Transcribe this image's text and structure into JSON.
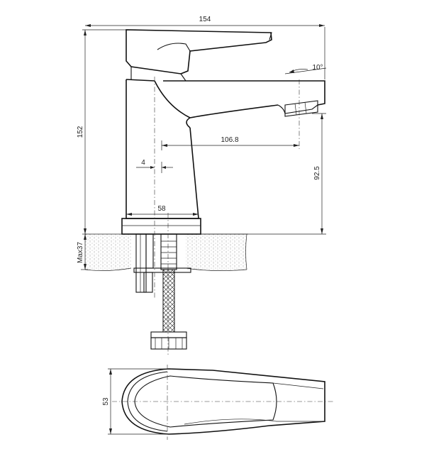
{
  "dimensions": {
    "width_total": "154",
    "height_total": "152",
    "spout_reach": "106.8",
    "offset": "4",
    "spout_height": "92.5",
    "base_width": "58",
    "max_thickness": "Max37",
    "spout_angle": "10°",
    "top_width": "53"
  },
  "colors": {
    "line": "#111111",
    "hatch": "#9a9a9a"
  }
}
